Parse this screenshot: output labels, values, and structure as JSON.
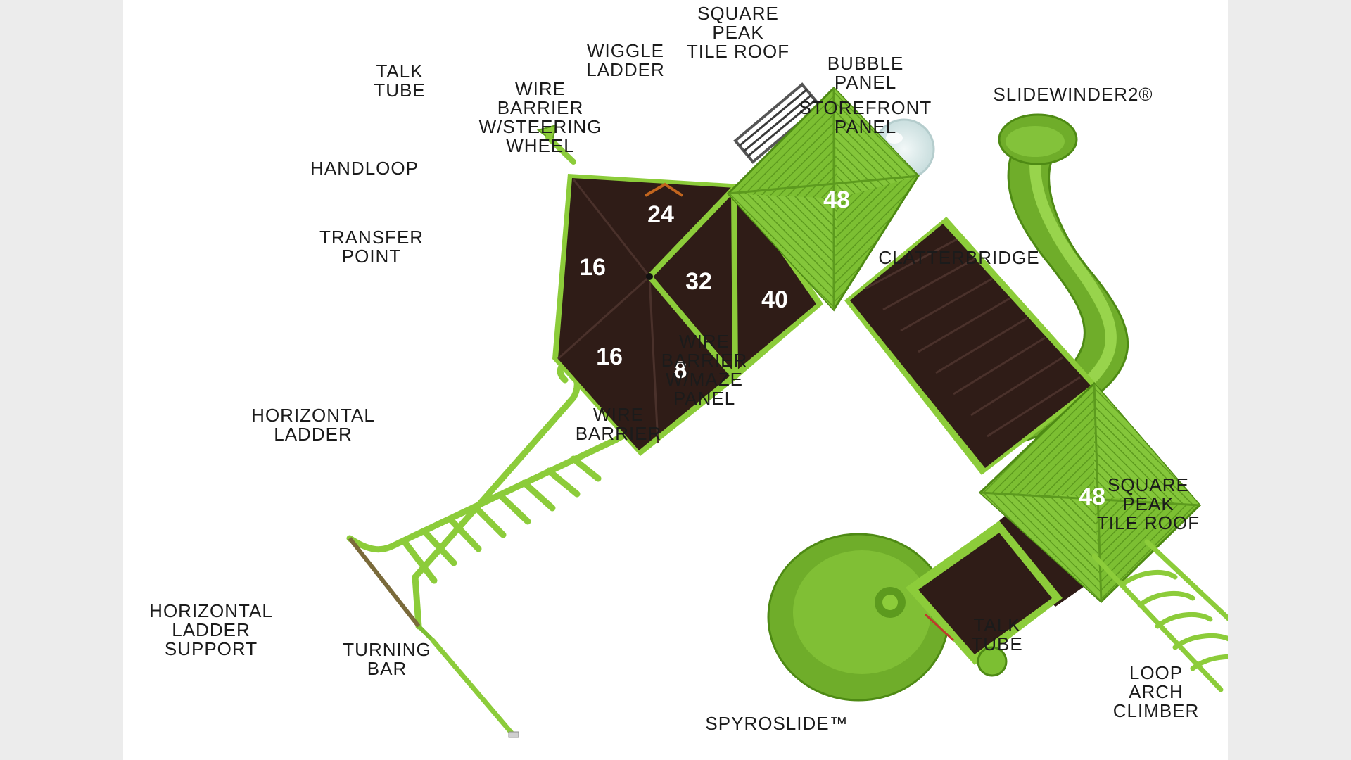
{
  "colors": {
    "green": "#7cbf32",
    "green_dark": "#5c9a1e",
    "green_rail": "#8ccc3a",
    "deck_brown": "#2f1c17",
    "deck_line": "#4a312b",
    "label_text": "#1b1b1b",
    "number_text": "#ffffff"
  },
  "labels": {
    "talk_tube_top": "TALK\nTUBE",
    "handloop": "HANDLOOP",
    "transfer_point": "TRANSFER\nPOINT",
    "wire_barrier_steering": "WIRE\nBARRIER\nW/STEERING\nWHEEL",
    "wiggle_ladder": "WIGGLE\nLADDER",
    "square_peak_roof_top": "SQUARE\nPEAK\nTILE ROOF",
    "bubble_panel": "BUBBLE\nPANEL",
    "storefront_panel": "STOREFRONT\nPANEL",
    "slidewinder": "SLIDEWINDER2®",
    "clatterbridge": "CLATTERBRIDGE",
    "wire_barrier_maze": "WIRE\nBARRIER\nW/MAZE\nPANEL",
    "wire_barrier": "WIRE\nBARRIER",
    "horizontal_ladder": "HORIZONTAL\nLADDER",
    "horizontal_ladder_support": "HORIZONTAL\nLADDER\nSUPPORT",
    "turning_bar": "TURNING\nBAR",
    "square_peak_roof_right": "SQUARE\nPEAK\nTILE ROOF",
    "talk_tube_bottom": "TALK\nTUBE",
    "loop_arch_climber": "LOOP\nARCH\nCLIMBER",
    "spyroslide": "SPYROSLIDE™"
  },
  "deck_heights": {
    "deck_24": "24",
    "deck_16_upper": "16",
    "deck_32": "32",
    "deck_40": "40",
    "deck_16_lower": "16",
    "deck_8": "8",
    "roof_48_top": "48",
    "roof_48_bottom": "48"
  }
}
